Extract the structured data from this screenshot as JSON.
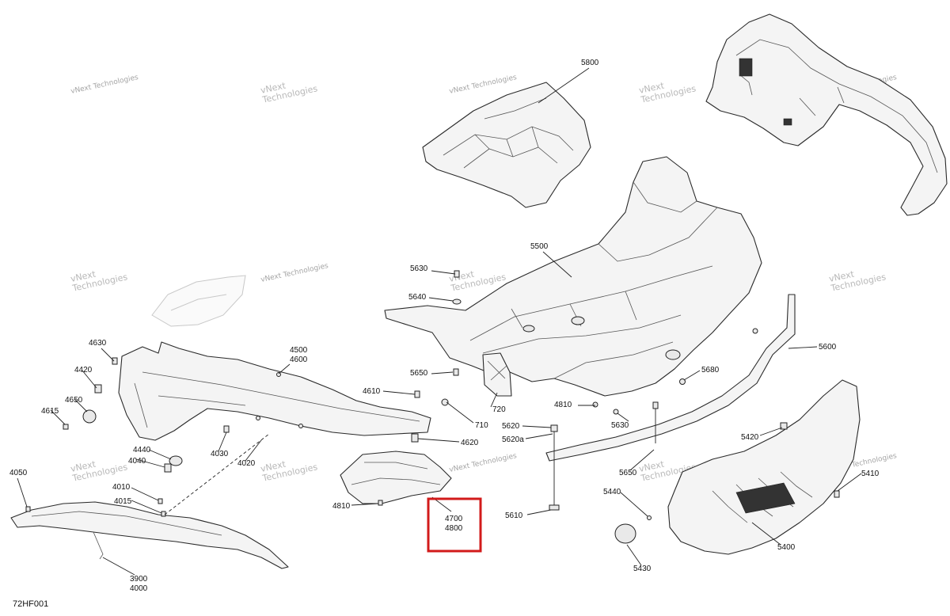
{
  "diagram_code": "72HF001",
  "watermark": {
    "line1": "vNext",
    "line2": "Technologies",
    "line_full": "vNext Technologies"
  },
  "callouts": [
    {
      "id": "c5800",
      "label": "5800"
    },
    {
      "id": "c5500",
      "label": "5500"
    },
    {
      "id": "c5630a",
      "label": "5630"
    },
    {
      "id": "c5640",
      "label": "5640"
    },
    {
      "id": "c5650a",
      "label": "5650"
    },
    {
      "id": "c5680",
      "label": "5680"
    },
    {
      "id": "c5600",
      "label": "5600"
    },
    {
      "id": "c710",
      "label": "710"
    },
    {
      "id": "c720",
      "label": "720"
    },
    {
      "id": "c4810a",
      "label": "4810"
    },
    {
      "id": "c5630b",
      "label": "5630"
    },
    {
      "id": "c5620",
      "label": "5620"
    },
    {
      "id": "c5620a",
      "label": "5620a"
    },
    {
      "id": "c5650b",
      "label": "5650"
    },
    {
      "id": "c5610",
      "label": "5610"
    },
    {
      "id": "c5420",
      "label": "5420"
    },
    {
      "id": "c5410",
      "label": "5410"
    },
    {
      "id": "c5440",
      "label": "5440"
    },
    {
      "id": "c5400",
      "label": "5400"
    },
    {
      "id": "c5430",
      "label": "5430"
    },
    {
      "id": "c4630",
      "label": "4630"
    },
    {
      "id": "c4420",
      "label": "4420"
    },
    {
      "id": "c4650",
      "label": "4650"
    },
    {
      "id": "c4615",
      "label": "4615"
    },
    {
      "id": "c4500",
      "label": "4500"
    },
    {
      "id": "c4600",
      "label": "4600"
    },
    {
      "id": "c4610",
      "label": "4610"
    },
    {
      "id": "c4620",
      "label": "4620"
    },
    {
      "id": "c4440",
      "label": "4440"
    },
    {
      "id": "c4040",
      "label": "4040"
    },
    {
      "id": "c4030",
      "label": "4030"
    },
    {
      "id": "c4020",
      "label": "4020"
    },
    {
      "id": "c4050",
      "label": "4050"
    },
    {
      "id": "c4010",
      "label": "4010"
    },
    {
      "id": "c4015",
      "label": "4015"
    },
    {
      "id": "c4810b",
      "label": "4810"
    },
    {
      "id": "c4700",
      "label": "4700"
    },
    {
      "id": "c4800",
      "label": "4800"
    },
    {
      "id": "c3900",
      "label": "3900"
    },
    {
      "id": "c4000",
      "label": "4000"
    }
  ],
  "highlight": {
    "labels": [
      "4700",
      "4800"
    ],
    "color": "#d21a1a"
  },
  "colors": {
    "line": "#2a2a2a",
    "fill": "#f4f4f4",
    "watermark": "#a5a5a5"
  }
}
